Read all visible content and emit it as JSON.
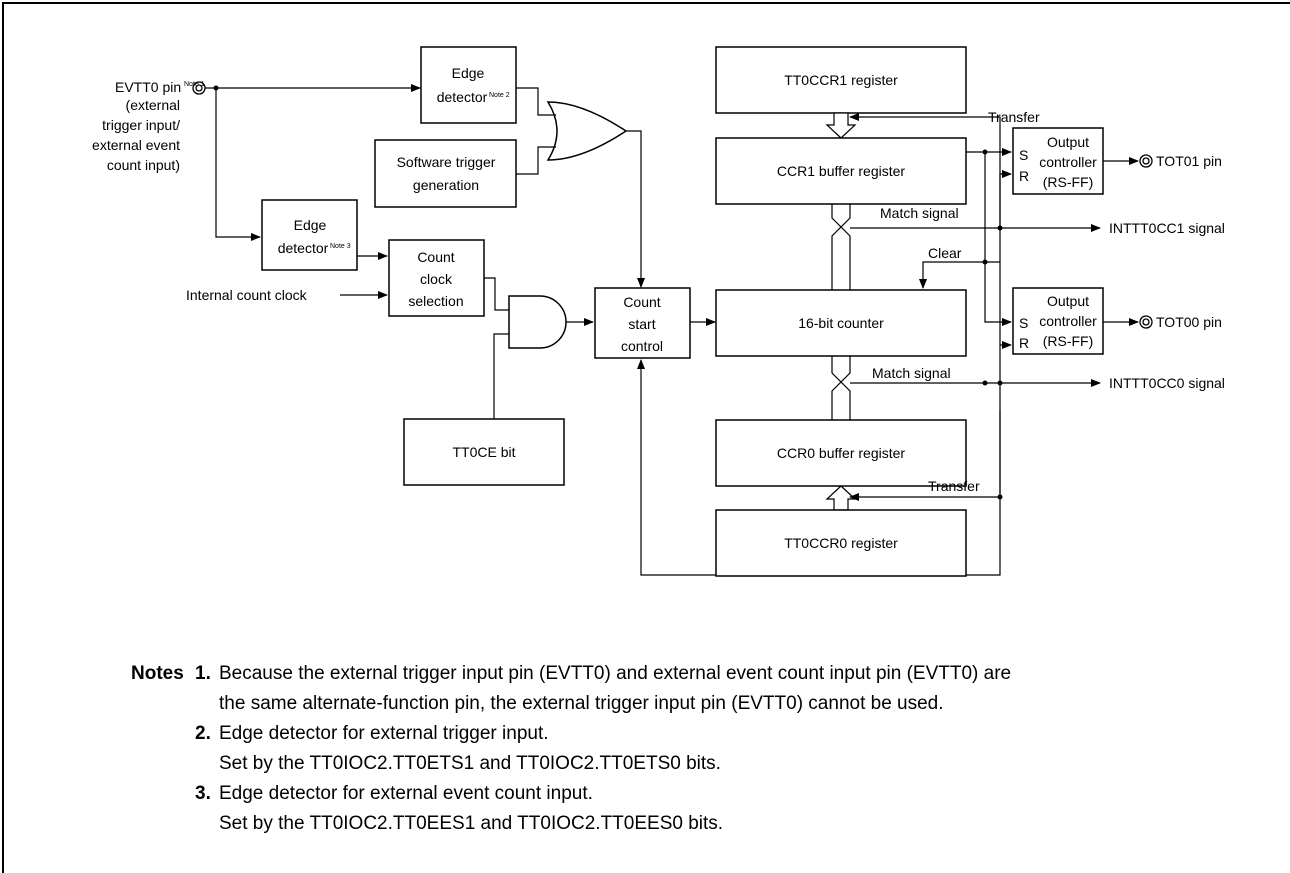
{
  "diagram": {
    "evtt0_pin": {
      "name": "EVTT0 pin",
      "note_ref": "Note 1",
      "desc": [
        "(external",
        "trigger input/",
        "external event",
        "count input)"
      ]
    },
    "edge_detector_2": {
      "lines": [
        "Edge",
        "detector"
      ],
      "note_ref": "Note 2"
    },
    "edge_detector_3": {
      "lines": [
        "Edge",
        "detector"
      ],
      "note_ref": "Note 3"
    },
    "software_trigger": {
      "lines": [
        "Software trigger",
        "generation"
      ]
    },
    "count_clock_selection": {
      "lines": [
        "Count",
        "clock",
        "selection"
      ]
    },
    "internal_count_clock": "Internal count clock",
    "count_start_control": {
      "lines": [
        "Count",
        "start",
        "control"
      ]
    },
    "tt0ce_bit": "TT0CE bit",
    "tt0ccr1_register": "TT0CCR1 register",
    "ccr1_buffer_register": "CCR1 buffer register",
    "counter_16bit": "16-bit counter",
    "ccr0_buffer_register": "CCR0 buffer register",
    "tt0ccr0_register": "TT0CCR0 register",
    "transfer_top": "Transfer",
    "transfer_bottom": "Transfer",
    "match_signal_1": "Match signal",
    "match_signal_0": "Match signal",
    "clear": "Clear",
    "output_controller_1": {
      "s": "S",
      "r": "R",
      "lines": [
        "Output",
        "controller",
        "(RS-FF)"
      ]
    },
    "output_controller_0": {
      "s": "S",
      "r": "R",
      "lines": [
        "Output",
        "controller",
        "(RS-FF)"
      ]
    },
    "tot01_pin": "TOT01 pin",
    "tot00_pin": "TOT00 pin",
    "intt0cc1_signal": "INTTT0CC1 signal",
    "intt0cc0_signal": "INTTT0CC0 signal"
  },
  "notes": {
    "heading": "Notes",
    "items": [
      {
        "num": "1.",
        "lines": [
          "Because the external trigger input pin (EVTT0) and external event count input pin (EVTT0) are",
          "the same alternate-function pin, the external trigger input pin (EVTT0) cannot be used."
        ]
      },
      {
        "num": "2.",
        "lines": [
          "Edge detector for external trigger input.",
          "Set by the TT0IOC2.TT0ETS1 and TT0IOC2.TT0ETS0 bits."
        ]
      },
      {
        "num": "3.",
        "lines": [
          "Edge detector for external event count input.",
          "Set by the TT0IOC2.TT0EES1 and TT0IOC2.TT0EES0 bits."
        ]
      }
    ]
  }
}
